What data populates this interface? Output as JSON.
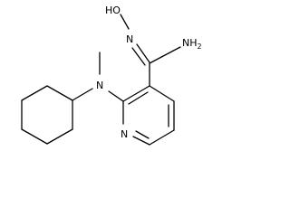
{
  "molecule": {
    "atoms": {
      "hydroxyl": "HO",
      "oxime_nitrogen": "N",
      "amine": "NH",
      "amine_subscript": "2",
      "amino_nitrogen": "N",
      "pyridine_nitrogen": "N"
    },
    "colors": {
      "bond": "#000000",
      "text": "#000000",
      "background": "#ffffff"
    }
  }
}
